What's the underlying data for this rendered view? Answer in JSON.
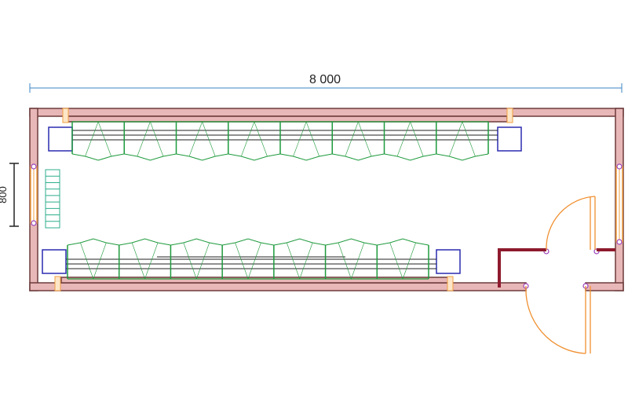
{
  "dimensions": {
    "length_label": "8 000",
    "width_label": "800"
  },
  "colors": {
    "wall_fill": "#e8b7b7",
    "wall_stroke": "#6d3b3b",
    "partition": "#8e1a2e",
    "dimension_line": "#3b86c4",
    "shelf_green": "#1e9a3c",
    "rack_line": "#222222",
    "unit_box": "#2b2bb0",
    "door_arc": "#f09030",
    "window": "#f2a040",
    "ladder": "#2fae8c",
    "hinge": "#9b3fb8"
  },
  "elements": {
    "top_shelf_bays": 8,
    "bottom_shelf_bays": 7
  }
}
